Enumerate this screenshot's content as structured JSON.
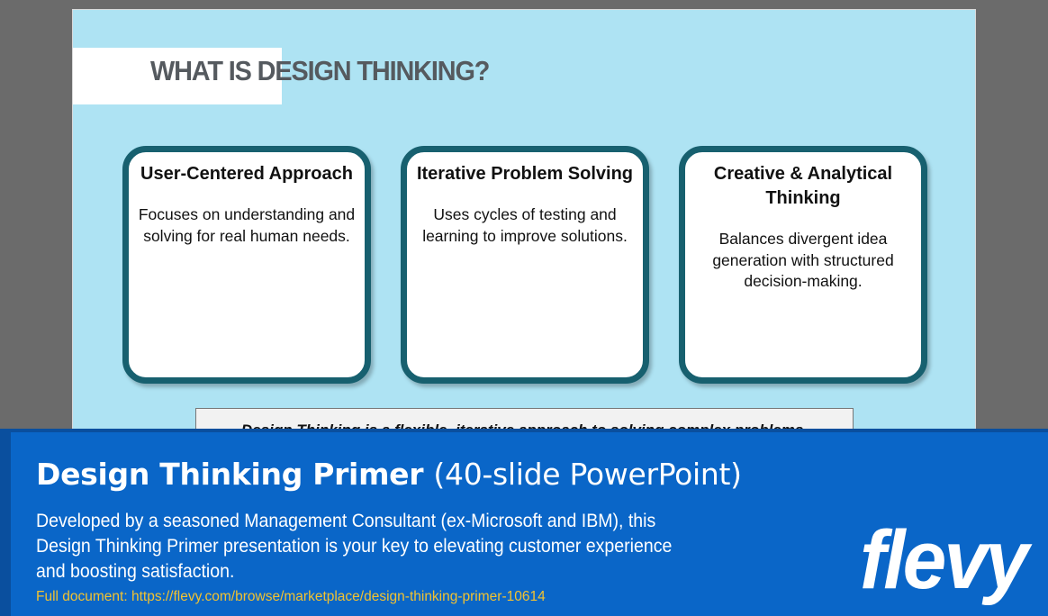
{
  "slide": {
    "title": "WHAT IS DESIGN THINKING?",
    "cards": [
      {
        "title": "User-Centered Approach",
        "body": "Focuses on understanding and solving for real human needs."
      },
      {
        "title": "Iterative Problem Solving",
        "body": "Uses cycles of testing and learning to improve solutions."
      },
      {
        "title": "Creative & Analytical Thinking",
        "body": "Balances divergent idea generation with structured decision-making."
      }
    ],
    "note": "Design Thinking is a flexible, iterative approach to solving complex problems."
  },
  "banner": {
    "title_main": "Design Thinking Primer",
    "title_sub": "(40-slide PowerPoint)",
    "description": "Developed by a seasoned Management Consultant (ex-Microsoft and IBM), this Design Thinking Primer presentation is your key to elevating customer experience and boosting satisfaction.",
    "link_text": "Full document: https://flevy.com/browse/marketplace/design-thinking-primer-10614",
    "logo_text": "flevy"
  },
  "colors": {
    "slide_background": "#aee3f3",
    "card_border": "#17606f",
    "banner_background": "#0a66c8",
    "link_color": "#f2c230"
  }
}
